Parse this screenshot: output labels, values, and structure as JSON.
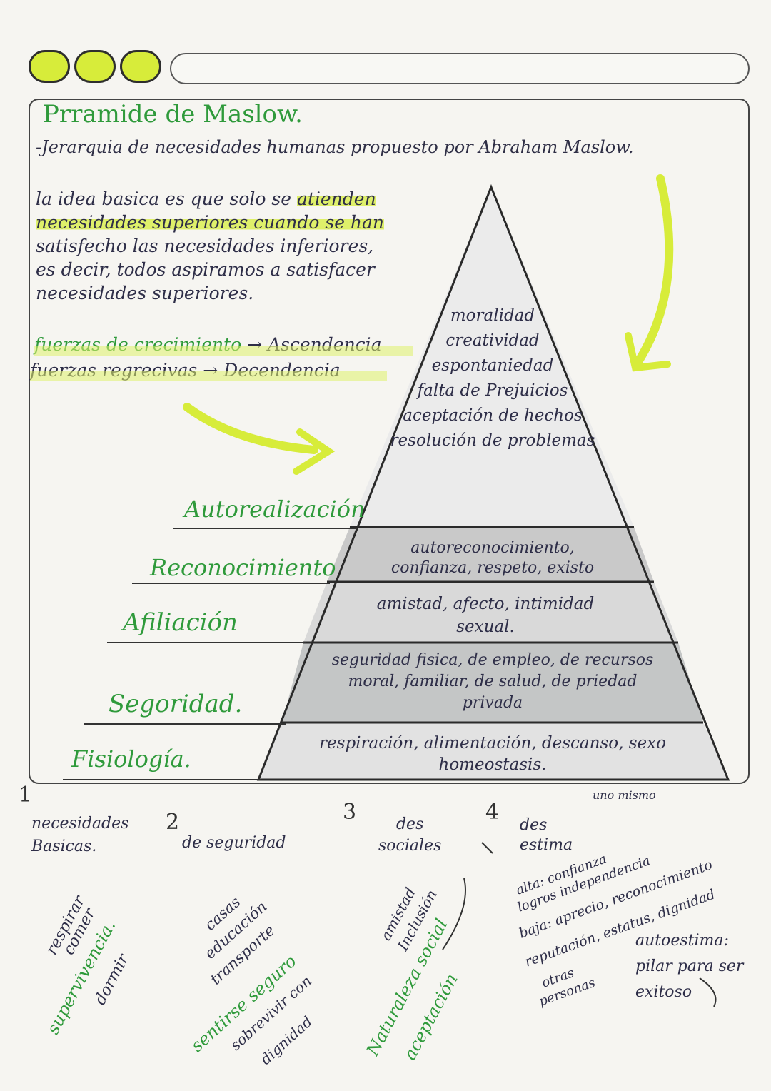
{
  "title": "Prramide de Maslow.",
  "subtitle": "-Jerarquia de necesidades humanas propuesto por Abraham Maslow.",
  "intro": {
    "line1": "la idea basica es que solo se ",
    "line1_hl": "atienden",
    "line2": "necesidades superiores cuando se han",
    "line3": "satisfecho las necesidades inferiores,",
    "line4": "es decir, todos aspiramos a satisfacer",
    "line5": "necesidades superiores."
  },
  "forces": [
    {
      "label": "fuerzas de crecimiento",
      "arrow": "→",
      "result": "Ascendencia"
    },
    {
      "label": "fuerzas regrecivas",
      "arrow": "→",
      "result": "Decendencia"
    }
  ],
  "pyramid": {
    "top_lines": [
      "moralidad",
      "creatividad",
      "espontaniedad",
      "falta de Prejuicios",
      "aceptación de hechos",
      "resolución de problemas"
    ],
    "levels": [
      {
        "label": "Autorealización"
      },
      {
        "label": "Reconocimiento",
        "lines": [
          "autoreconocimiento,",
          "confianza, respeto, existo"
        ]
      },
      {
        "label": "Afiliación",
        "lines": [
          "amistad, afecto, intimidad",
          "sexual."
        ]
      },
      {
        "label": "Segoridad.",
        "lines": [
          "seguridad fisica, de empleo, de recursos",
          "moral, familiar, de salud, de priedad",
          "privada"
        ]
      },
      {
        "label": "Fisiología.",
        "lines": [
          "respiración, alimentación, descanso, sexo",
          "homeostasis."
        ]
      }
    ]
  },
  "columns": [
    {
      "num": "1",
      "head": [
        "necesidades",
        "Basicas."
      ],
      "items": [
        "respirar",
        "comer",
        "supervivencia.",
        "dormir"
      ]
    },
    {
      "num": "2",
      "head": [
        "de seguridad"
      ],
      "items": [
        "casas",
        "educación",
        "transporte",
        "sentirse seguro",
        "sobrevivir con",
        "dignidad"
      ]
    },
    {
      "num": "3",
      "head": [
        "des",
        "sociales"
      ],
      "items": [
        "amistad",
        "Inclusión",
        "Naturaleza social",
        "aceptación"
      ]
    },
    {
      "num": "4",
      "head": [
        "des",
        "estima"
      ],
      "note": "uno mismo",
      "items": [
        "alta: confianza",
        "logros independencia",
        "baja: aprecio, reconocimiento",
        "reputación, estatus, dignidad",
        "otras",
        "personas"
      ]
    }
  ],
  "autoestima": [
    "autoestima:",
    "pilar para ser",
    "exitoso"
  ],
  "colors": {
    "accent_green": "#2f9a3b",
    "highlighter": "#d7ec3a",
    "ink": "#2e2e48"
  }
}
